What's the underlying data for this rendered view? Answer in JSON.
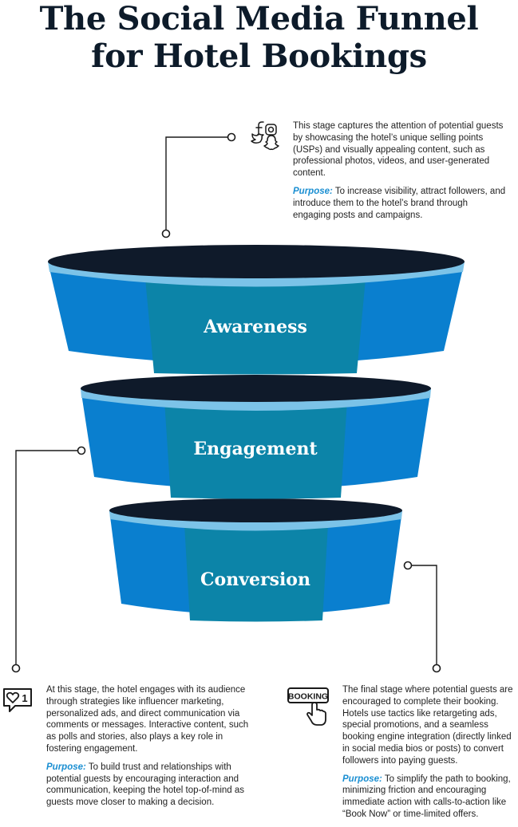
{
  "title": {
    "line1": "The Social Media Funnel",
    "line2": "for Hotel Bookings"
  },
  "colors": {
    "funnel_blue": "#0a7fcf",
    "funnel_center": "#0c84a8",
    "rim_light": "#7cc3e8",
    "top_dark": "#0f1a2a",
    "purpose_blue": "#1b8fd2",
    "line": "#1a1a1a"
  },
  "stages": [
    {
      "name": "Awareness",
      "icon": "social-media-icons",
      "description": "This stage captures the attention of potential guests by showcasing the hotel’s unique selling points (USPs) and visually appealing content, such as professional photos, videos, and user-generated content.",
      "purpose_label": "Purpose:",
      "purpose_text": "To increase visibility, attract followers, and introduce them to the hotel’s brand through engaging posts and campaigns."
    },
    {
      "name": "Engagement",
      "icon": "heart-notification-icon",
      "badge": "1",
      "description": "At this stage, the hotel engages with its audience through strategies like influencer marketing, personalized ads, and direct communication via comments or messages. Interactive content, such as polls and stories, also plays a key role in fostering engagement.",
      "purpose_label": "Purpose:",
      "purpose_text": "To build trust and relationships with potential guests by encouraging interaction and communication, keeping the hotel top-of-mind as guests move closer to making a decision."
    },
    {
      "name": "Conversion",
      "icon": "booking-click-icon",
      "badge": "BOOKING",
      "description": "The final stage where potential guests are encouraged to complete their booking. Hotels use tactics like retargeting ads, special promotions, and a seamless booking engine integration (directly linked in social media bios or posts) to convert followers into paying guests.",
      "purpose_label": "Purpose:",
      "purpose_text": "To simplify the path to booking, minimizing friction and encouraging immediate action with calls-to-action like “Book Now” or time-limited offers."
    }
  ]
}
